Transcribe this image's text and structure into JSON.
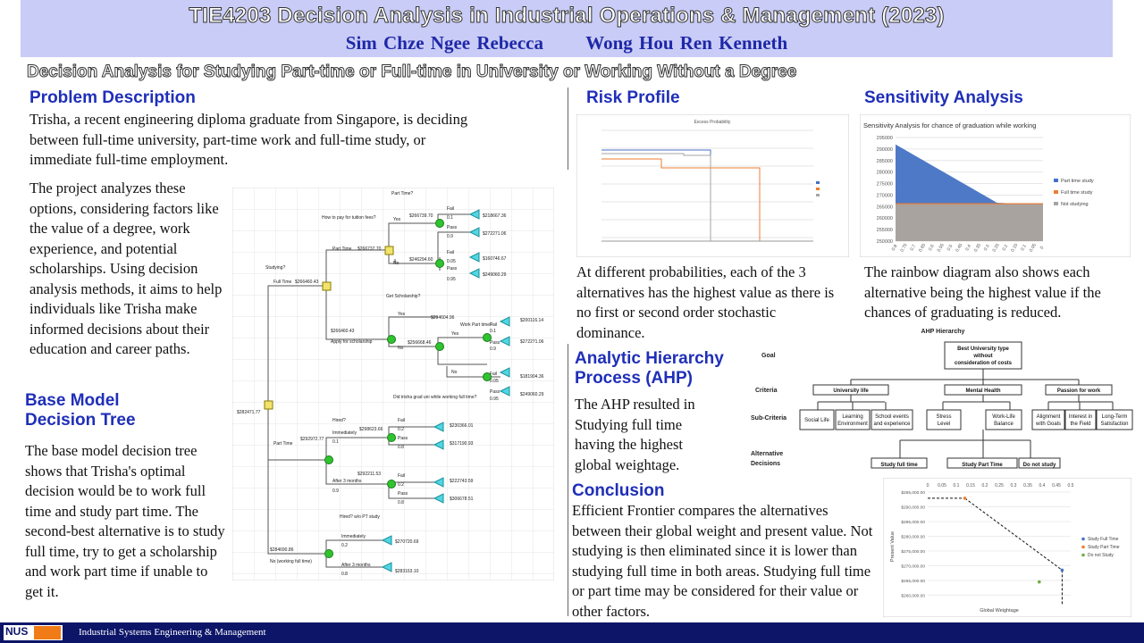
{
  "header": {
    "title": "TIE4203 Decision Analysis in Industrial Operations & Management (2023)",
    "author1": "Sim Chze Ngee Rebecca",
    "author2": "Wong Hou Ren Kenneth",
    "subtitle": "Decision Analysis for Studying Part-time or Full-time in University or Working Without a Degree"
  },
  "problem": {
    "heading": "Problem Description",
    "para1": "Trisha, a recent engineering diploma graduate from Singapore, is deciding between full-time university, part-time work and full-time study, or immediate full-time employment.",
    "para2": "The project analyzes these options, considering factors like the value of a degree, work experience, and potential scholarships. Using decision analysis methods, it aims to help individuals like Trisha make informed decisions about their education and career paths."
  },
  "base_model": {
    "heading_line1": "Base Model",
    "heading_line2": "Decision Tree",
    "para": "The base model decision tree shows that Trisha's optimal decision would be to work full time and study part time. The second-best alternative is to study full time, try to get a scholarship and work part time if unable to get it."
  },
  "tree": {
    "root_value": "$282471.77",
    "studying_label": "Studying?",
    "full_time_label": "Full Time",
    "full_time_value": "$266460.43",
    "how_to_pay_label": "How to pay for tuition fees?",
    "part_time_label": "Part Time",
    "part_time_value": "$266737.70",
    "part_time_q": "Part Time?",
    "yes": "Yes",
    "no": "No",
    "yes_value": "$266739.70",
    "no_value": "$246294.60",
    "fail": "Fail",
    "pass": "Pass",
    "p_fail_1": "0.1",
    "p_pass_1": "0.9",
    "v_fail_1": "$218667.36",
    "v_pass_1": "$272271.06",
    "p_fail_2": "0.05",
    "p_pass_2": "0.95",
    "v_fail_2": "$160746.67",
    "v_pass_2": "$249060.29",
    "get_scholarship": "Get Scholarship?",
    "apply_label": "Apply for scholarship",
    "apply_value": "$266460.43",
    "sch_yes_value": "$294604.96",
    "sch_no_value": "$256668.46",
    "work_pt": "Work Part time?",
    "v_a": "$200116.14",
    "v_b": "$272271.06",
    "v_c": "$181904.36",
    "v_d": "$249060.29",
    "p_a": "0.1",
    "p_b": "0.9",
    "p_c": "0.05",
    "p_d": "0.95",
    "did_grad": "Did trisha grad uni while working full time?",
    "pt_label": "Part Time",
    "pt_value": "$292972.77",
    "hired": "Hired?",
    "immediately": "Immediately",
    "imm_value": "$298623.66",
    "imm_p": "0.1",
    "after3": "After 3 months",
    "after3_value": "$292211.53",
    "after3_p": "0.9",
    "v_e": "$230366.01",
    "v_f": "$317190.93",
    "v_g": "$222743.59",
    "v_h": "$306678.51",
    "p_e": "0.2",
    "p_f": "0.8",
    "p_g": "0.2",
    "p_h": "0.8",
    "hired_pt": "Hired? w/o PT study",
    "no_label": "No (working full time)",
    "no_value2": "$284690.86",
    "imm2": "Immediately",
    "imm2_p": "0.2",
    "imm2_v": "$270720.69",
    "after3_2": "After 3 months",
    "after3_2_p": "0.8",
    "after3_2_v": "$283163.10"
  },
  "risk": {
    "heading": "Risk Profile",
    "chart_title": "Excess Probability",
    "para": "At different probabilities, each of the 3 alternatives has the highest value as there is no first or second order stochastic dominance."
  },
  "sensitivity": {
    "heading": "Sensitivity Analysis",
    "chart_title": "Sensitivity Analysis for chance of graduation while working",
    "para": "The rainbow diagram also shows each alternative being the highest value if the chances of graduating is reduced."
  },
  "chart_data": [
    {
      "type": "area",
      "title": "Sensitivity Analysis for chance of graduation while working",
      "categories": [
        "0.8",
        "0.75",
        "0.7",
        "0.65",
        "0.6",
        "0.55",
        "0.5",
        "0.45",
        "0.4",
        "0.35",
        "0.3",
        "0.25",
        "0.2",
        "0.15",
        "0.1",
        "0.05",
        "0"
      ],
      "yticks": [
        "295000",
        "290000",
        "285000",
        "280000",
        "275000",
        "270000",
        "265000",
        "260000",
        "255000",
        "250000"
      ],
      "ylim": [
        250000,
        295000
      ],
      "series": [
        {
          "name": "Part time study",
          "color": "#4472c4",
          "values": [
            292000,
            289700,
            287400,
            285100,
            282800,
            280500,
            278200,
            275900,
            273600,
            271300,
            269000,
            266700,
            266500,
            266500,
            266500,
            266500,
            266500
          ]
        },
        {
          "name": "Full time study",
          "color": "#ed7d31",
          "values": [
            266500,
            266500,
            266500,
            266500,
            266500,
            266500,
            266500,
            266500,
            266500,
            266500,
            266500,
            266500,
            266500,
            266500,
            266500,
            266500,
            266500
          ]
        },
        {
          "name": "Not studying",
          "color": "#a5a5a5",
          "values": [
            266000,
            266000,
            266000,
            266000,
            266000,
            266000,
            266000,
            266000,
            266000,
            266000,
            266000,
            266000,
            266000,
            266000,
            266000,
            266000,
            266000
          ]
        }
      ]
    },
    {
      "type": "scatter",
      "xlabel": "Global Weightage",
      "ylabel": "Present Value",
      "xticks": [
        "0",
        "0.05",
        "0.1",
        "0.15",
        "0.2",
        "0.25",
        "0.3",
        "0.35",
        "0.4",
        "0.45",
        "0.5"
      ],
      "yticks": [
        "$295,000.00",
        "$290,000.00",
        "$285,000.00",
        "$280,000.00",
        "$275,000.00",
        "$270,000.00",
        "$265,000.00",
        "$260,000.00"
      ],
      "xlim": [
        0,
        0.5
      ],
      "ylim": [
        258000,
        295000
      ],
      "series": [
        {
          "name": "Study Full Time",
          "color": "#4472c4",
          "points": [
            [
              0.47,
              268500
            ]
          ]
        },
        {
          "name": "Study Part Time",
          "color": "#ed7d31",
          "points": [
            [
              0.13,
              292900
            ]
          ]
        },
        {
          "name": "Do not Study",
          "color": "#70ad47",
          "points": [
            [
              0.39,
              264500
            ]
          ]
        }
      ]
    }
  ],
  "ahp": {
    "heading_line1": "Analytic Hierarchy",
    "heading_line2": "Process (AHP)",
    "para": "The AHP resulted in Studying full time having the highest global weightage.",
    "diagram_title": "AHP Hierarchy",
    "goal_label": "Goal",
    "criteria_label": "Criteria",
    "subcriteria_label": "Sub-Criteria",
    "alternative_label": "Alternative Decisions",
    "goal": "Best University type without consideration of costs",
    "crit1": "University life",
    "crit2": "Mental Health",
    "crit3": "Passion for work",
    "sub1": "Social Life",
    "sub2": "Learning Environment",
    "sub3": "School events and experience",
    "sub4": "Stress Level",
    "sub5": "Work-Life Balance",
    "sub6": "Alignment with Goals",
    "sub7": "Interest in the Field",
    "sub8": "Long-Term Satisfaction",
    "alt1": "Study full time",
    "alt2": "Study Part Time",
    "alt3": "Do not study"
  },
  "conclusion": {
    "heading": "Conclusion",
    "para": "Efficient Frontier compares the alternatives between their global weight and present value. Not studying is then eliminated since it is lower than studying full time in both areas. Studying full time or part time may be considered for their value or other factors."
  },
  "footer": {
    "logo": "NUS",
    "text": "Industrial Systems Engineering & Management"
  },
  "colors": {
    "banner": "#c9ccf6",
    "heading_blue": "#1f2fb8",
    "footer": "#0c1568"
  }
}
